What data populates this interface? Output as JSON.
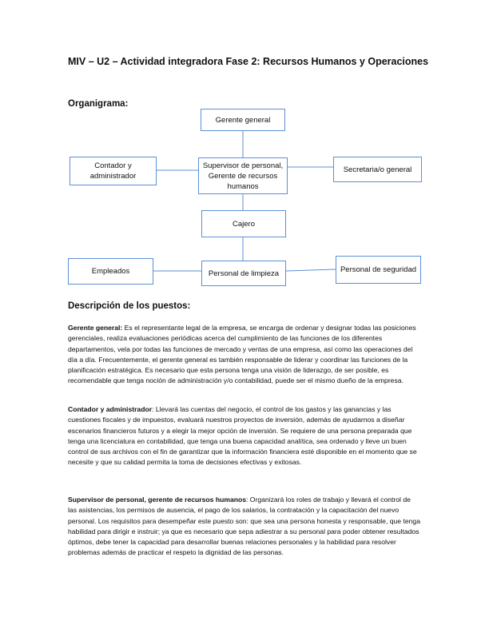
{
  "title": "MIV – U2 – Actividad integradora Fase 2: Recursos Humanos y Operaciones",
  "org_heading": "Organigrama:",
  "org": {
    "gerente": "Gerente general",
    "contador": "Contador y administrador",
    "supervisor": "Supervisor de personal, Gerente de recursos humanos",
    "secretaria": "Secretaria/o general",
    "cajero": "Cajero",
    "empleados": "Empleados",
    "limpieza": "Personal de limpieza",
    "seguridad": "Personal de seguridad"
  },
  "desc_heading": "Descripción de los puestos:",
  "sections": [
    {
      "label": "Gerente general:",
      "text": " Es el representante legal de la empresa, se encarga de ordenar y designar todas las posiciones gerenciales, realiza evaluaciones periódicas acerca del cumplimiento de las funciones de los diferentes departamentos, vela por todas las funciones de mercado y ventas de una empresa, así como las operaciones del día a día. Frecuentemente, el gerente general es también responsable de liderar y coordinar las funciones de la planificación estratégica. Es necesario que esta persona tenga una visión de liderazgo, de ser posible, es recomendable que tenga noción de administración y/o contabilidad, puede ser el mismo dueño de la empresa."
    },
    {
      "label": "Contador y administrador",
      "text": ": Llevará las cuentas del negocio, el control de los gastos y las ganancias y las cuestiones fiscales y de impuestos, evaluará nuestros proyectos de inversión, además de ayudarnos a diseñar escenarios financieros futuros y a elegir la mejor opción de inversión. Se requiere de una persona preparada que tenga una licenciatura en contabilidad, que tenga una buena capacidad analítica, sea ordenado y lleve un buen control de sus archivos con el fin de garantizar que la información financiera esté disponible en el momento que se necesite y que su calidad permita la toma de decisiones efectivas y exitosas."
    },
    {
      "label": "Supervisor de personal, gerente de recursos humanos",
      "text": ": Organizará los roles de trabajo y llevará el control de las asistencias, los permisos de ausencia, el pago de los salarios, la contratación y la capacitación del nuevo personal. Los requisitos para desempeñar este puesto son: que sea una persona honesta y responsable, que tenga habilidad para dirigir e instruir; ya que es necesario que sepa adiestrar a su personal para poder obtener resultados óptimos, debe tener la capacidad para desarrollar buenas relaciones personales y la habilidad para resolver problemas además de practicar el respeto la dignidad de las personas."
    }
  ]
}
